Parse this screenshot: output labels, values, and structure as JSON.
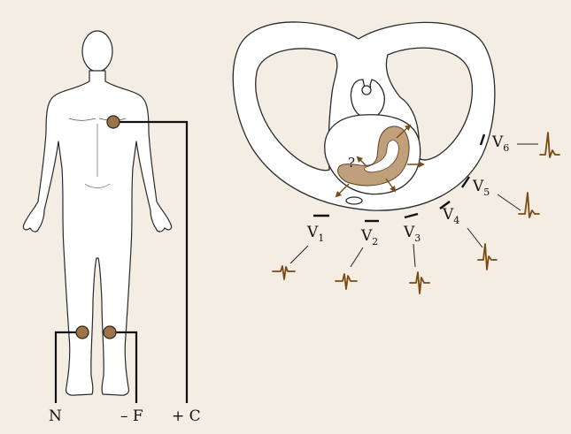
{
  "colors": {
    "background": "#f3ede3",
    "outline": "#2a2a2a",
    "electrode": "#9b7448",
    "electrode_stroke": "#3a2a18",
    "heart_muscle": "#c0a07a",
    "arrow": "#7a4a18",
    "ecg_trace": "#7a4a12",
    "lead_wire": "#111111"
  },
  "limb_leads": {
    "negative_label": "N",
    "foot_label": "– F",
    "chest_label": "+ C"
  },
  "question_mark": "?",
  "chest_leads": [
    {
      "letter": "V",
      "sub": "1"
    },
    {
      "letter": "V",
      "sub": "2"
    },
    {
      "letter": "V",
      "sub": "3"
    },
    {
      "letter": "V",
      "sub": "4"
    },
    {
      "letter": "V",
      "sub": "5"
    },
    {
      "letter": "V",
      "sub": "6"
    }
  ]
}
